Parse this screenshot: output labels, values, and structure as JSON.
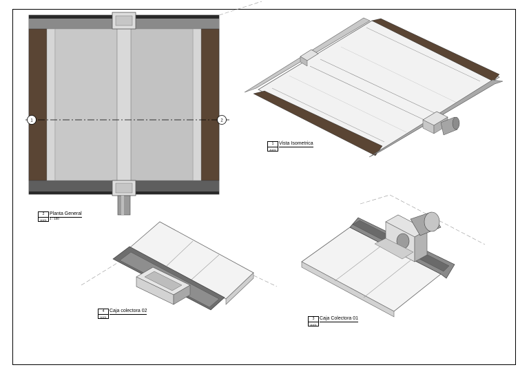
{
  "views": [
    {
      "id": "plan",
      "number": "2",
      "sheet": "A101",
      "title": "Planta General",
      "scale": "1 : 100"
    },
    {
      "id": "iso",
      "number": "1",
      "sheet": "A101",
      "title": "Vista Isometrica"
    },
    {
      "id": "box02",
      "number": "4",
      "sheet": "A101",
      "title": "Caja colectora 02"
    },
    {
      "id": "box01",
      "number": "3",
      "sheet": "A101",
      "title": "Caja Colectora 01"
    }
  ],
  "plan": {
    "grid_marker_left": "1",
    "grid_marker_right": "2"
  },
  "colors": {
    "roof_panel": "#c4c4c4",
    "wood_band": "#5a4534",
    "dark_band": "#3a3a3a",
    "gutter": "#b8b8b8"
  }
}
